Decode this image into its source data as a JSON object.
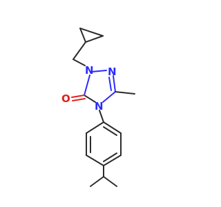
{
  "molecule": {
    "atoms": {
      "n1": "N",
      "n2": "N",
      "n4": "N",
      "o": "O"
    },
    "colors": {
      "bond": "#2b2b2b",
      "nitrogen": "#2a2aff",
      "oxygen": "#e02020",
      "background": "#ffffff"
    }
  }
}
